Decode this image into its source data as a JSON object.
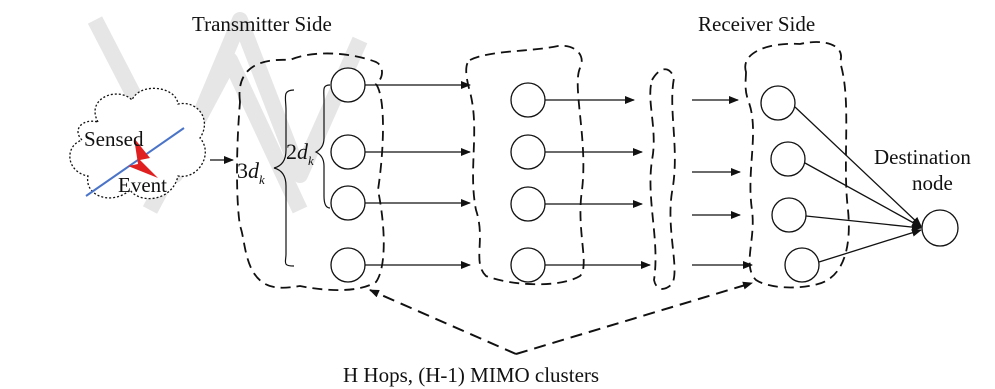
{
  "labels": {
    "transmitter": "Transmitter Side",
    "receiver": "Receiver Side",
    "destination_line1": "Destination",
    "destination_line2": "node",
    "hops": "H Hops, (H-1) MIMO clusters"
  },
  "event": {
    "line1": "Sensed",
    "line2": "Event"
  },
  "distances": [
    {
      "coef": "3",
      "var": "d",
      "sub": "k"
    },
    {
      "coef": "2",
      "var": "d",
      "sub": "k"
    }
  ]
}
